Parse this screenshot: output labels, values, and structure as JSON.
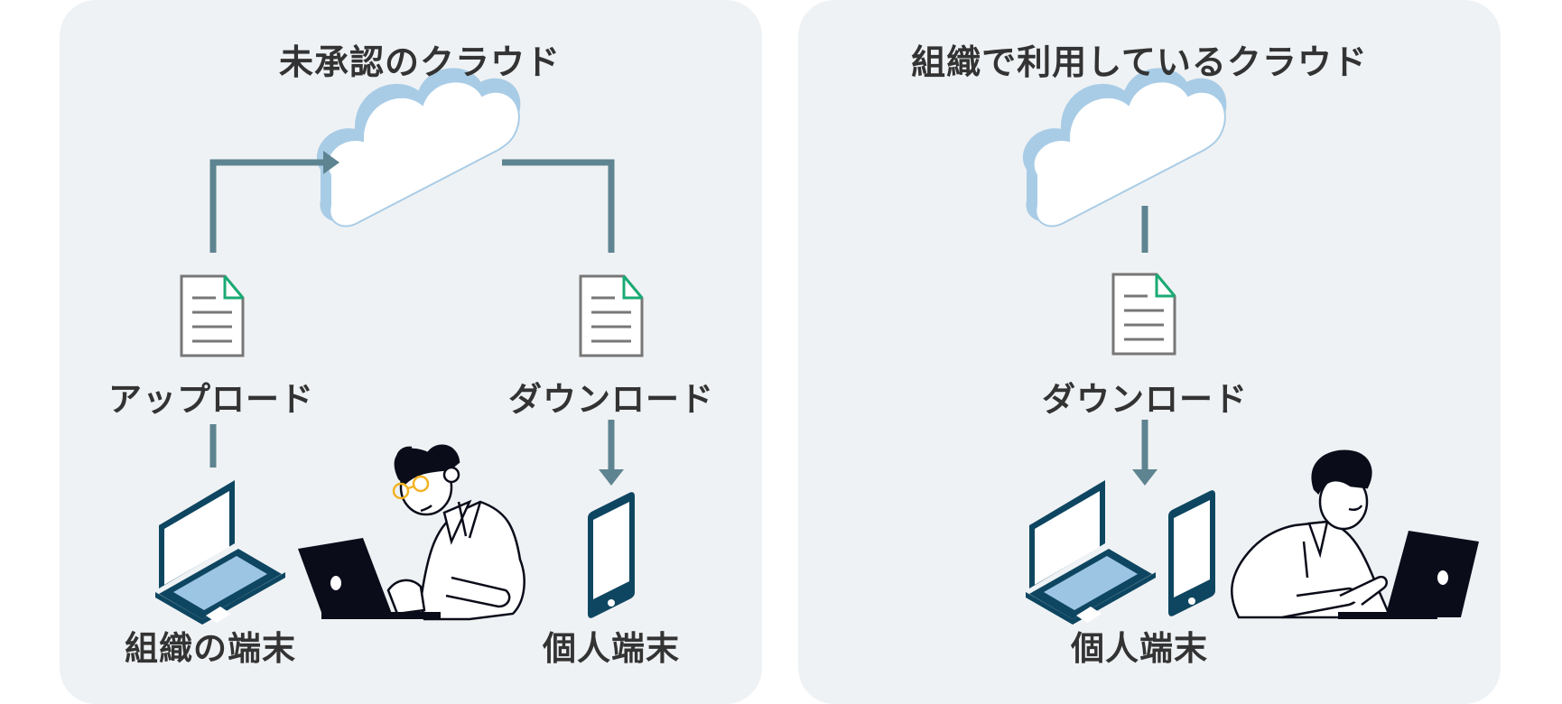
{
  "left_panel": {
    "title": "未承認のクラウド",
    "upload_label": "アップロード",
    "download_label": "ダウンロード",
    "org_device_label": "組織の端末",
    "personal_device_label": "個人端末"
  },
  "right_panel": {
    "title": "組織で利用しているクラウド",
    "download_label": "ダウンロード",
    "personal_device_label": "個人端末"
  },
  "colors": {
    "panel_bg": "#eff2f4",
    "arrow": "#5e8491",
    "cloud_side": "#a9cce6",
    "device_dark": "#0e4661",
    "document_corner": "#1aaa74",
    "laptop_black": "#0b0c1a",
    "glasses": "#f1b324",
    "text": "#333333"
  },
  "icons": [
    "cloud-icon",
    "document-icon",
    "laptop-icon",
    "tablet-icon",
    "person-at-laptop-icon"
  ]
}
